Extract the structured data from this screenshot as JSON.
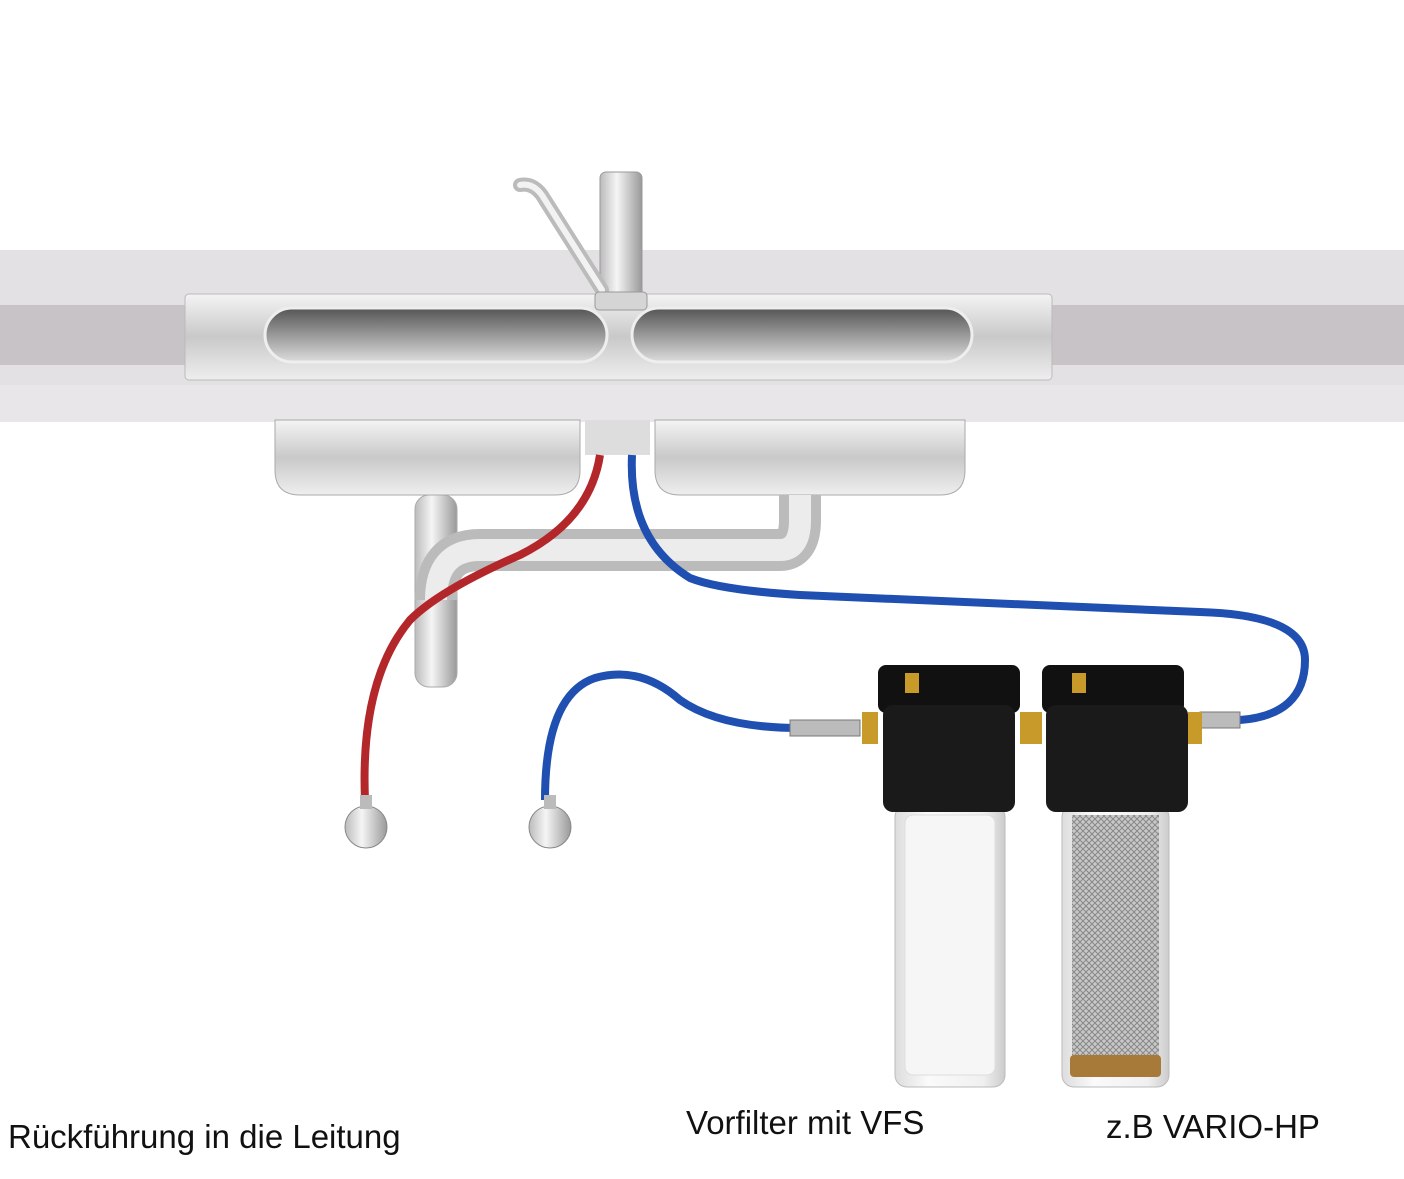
{
  "labels": {
    "return_line": "Rückführung in die Leitung",
    "prefilter": "Vorfilter mit VFS",
    "main_filter": "z.B VARIO-HP"
  },
  "colors": {
    "hot_hose": "#b3262a",
    "cold_hose": "#1f4fb0",
    "filter_head": "#111111",
    "countertop": "#e3e1e3"
  }
}
